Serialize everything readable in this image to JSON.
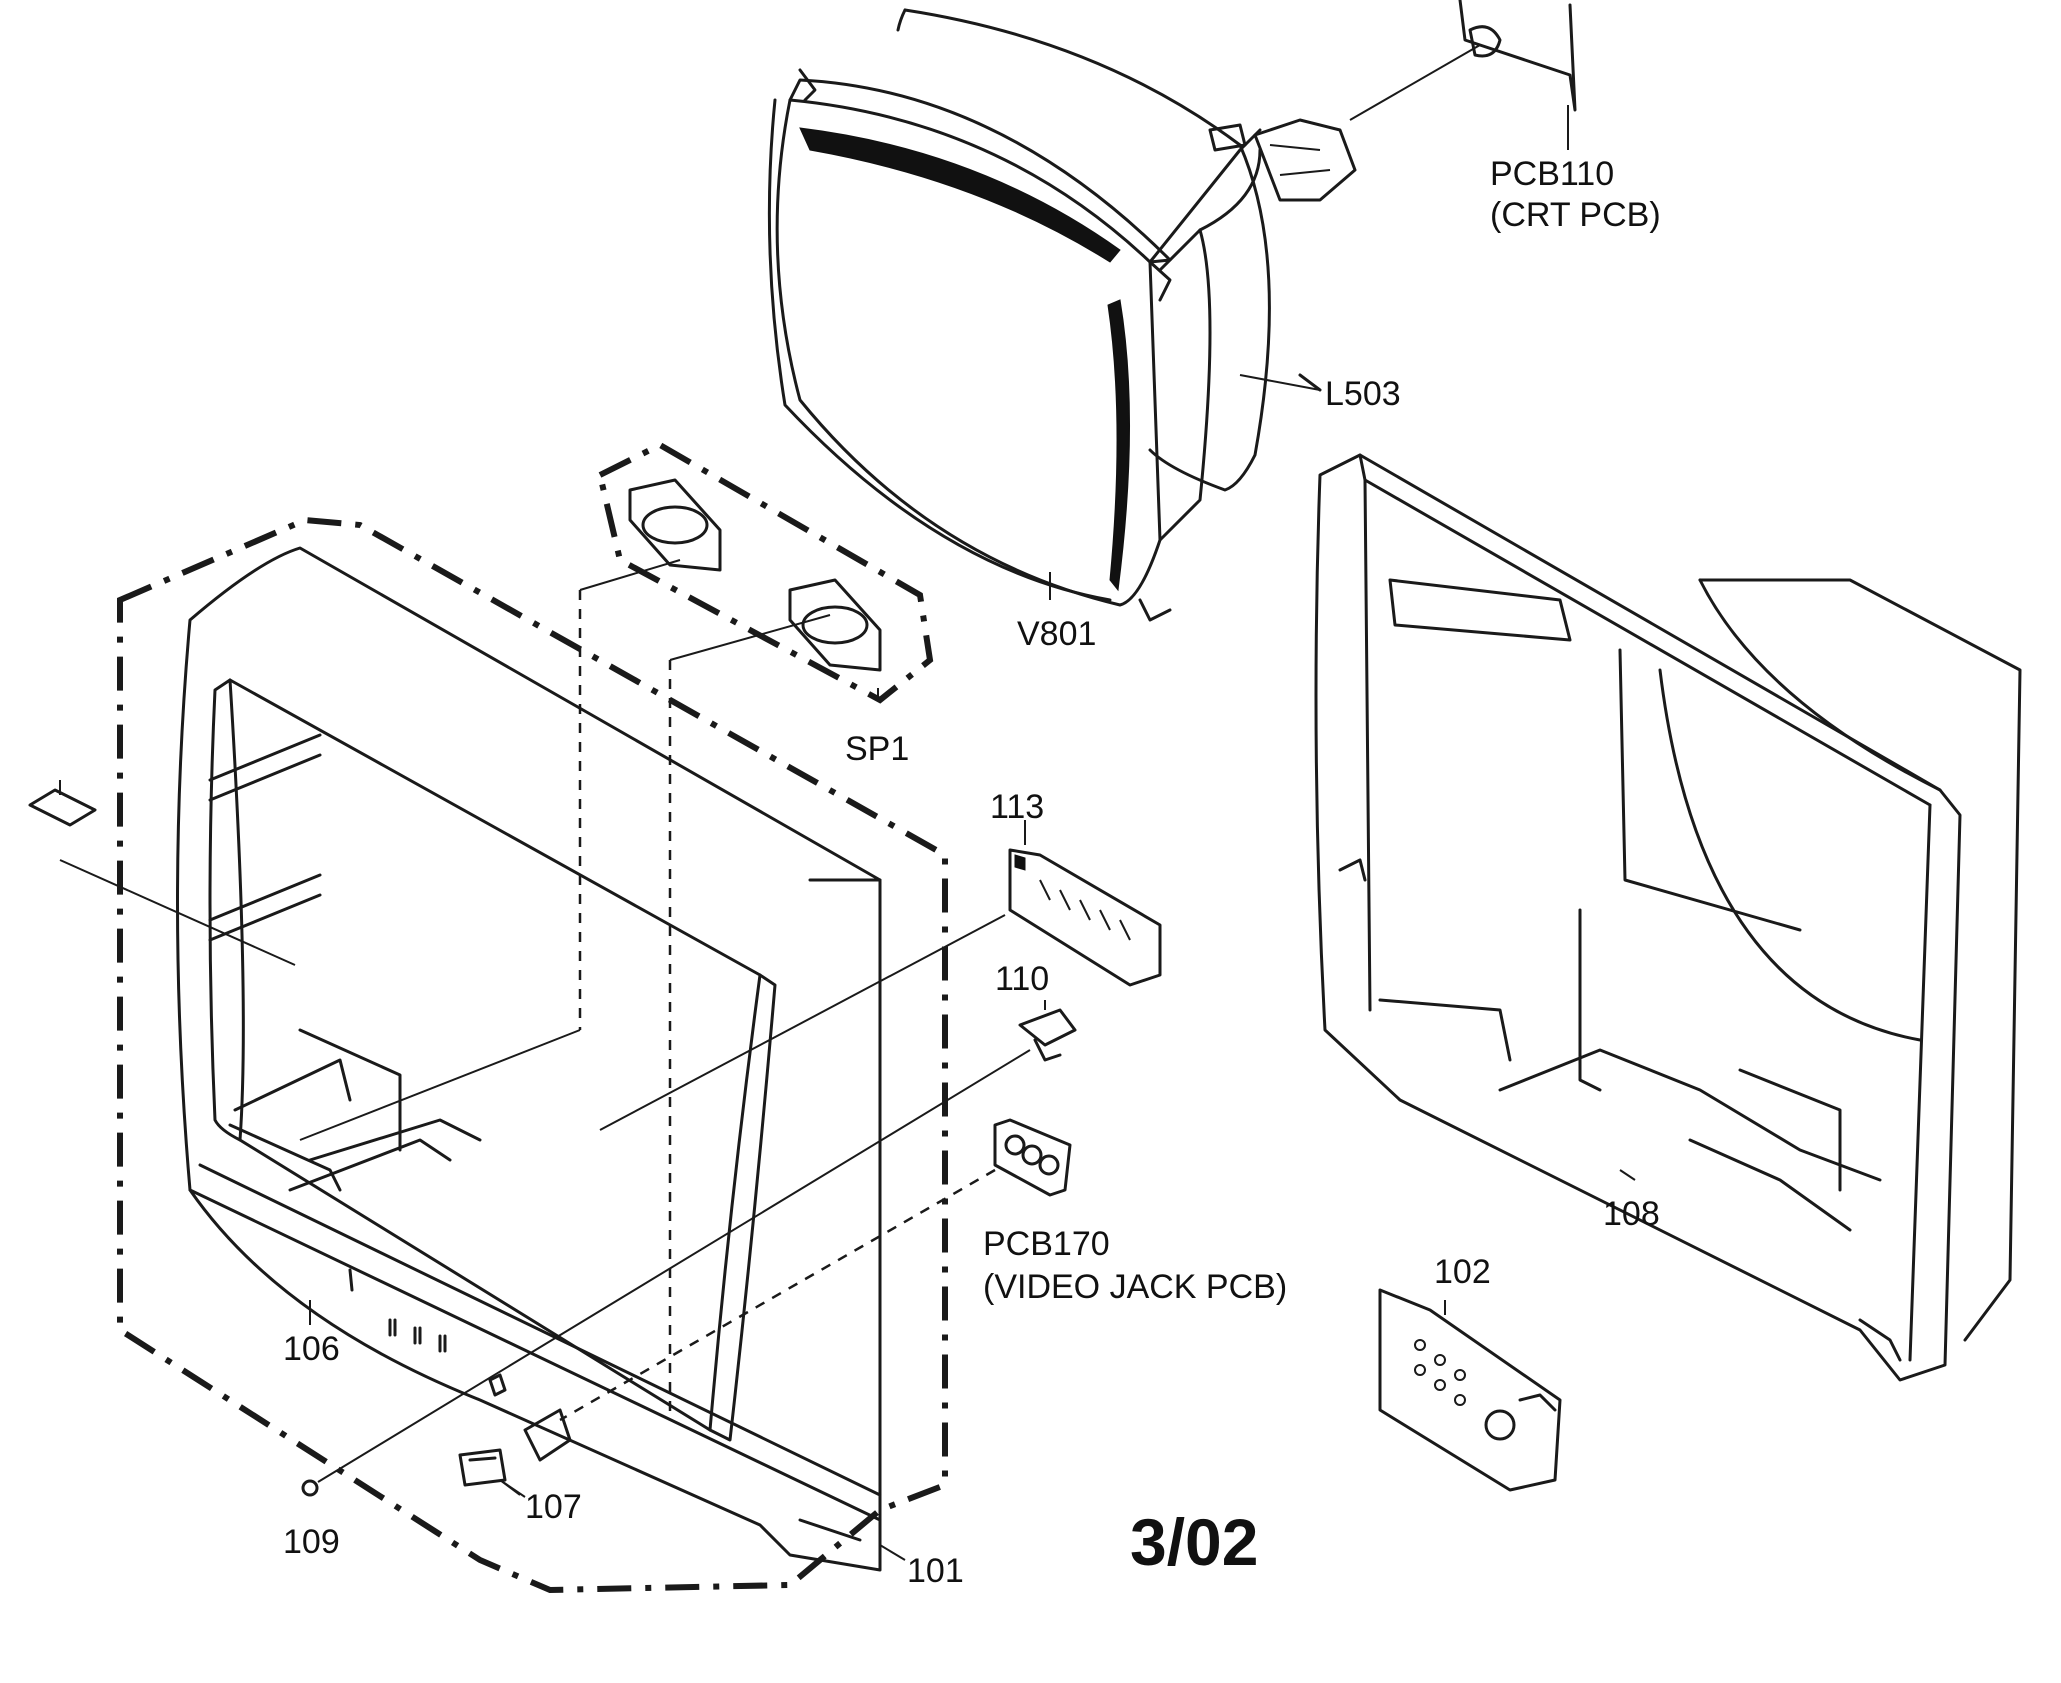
{
  "labels": {
    "pcb110": "PCB110",
    "pcb110_desc": "(CRT PCB)",
    "l503": "L503",
    "v801": "V801",
    "sp1": "SP1",
    "p113": "113",
    "p110": "110",
    "pcb170": "PCB170",
    "pcb170_desc": "(VIDEO JACK PCB)",
    "p102": "102",
    "p108": "108",
    "p106": "106",
    "p107": "107",
    "p109": "109",
    "p101": "101"
  },
  "date_code": "3/02"
}
